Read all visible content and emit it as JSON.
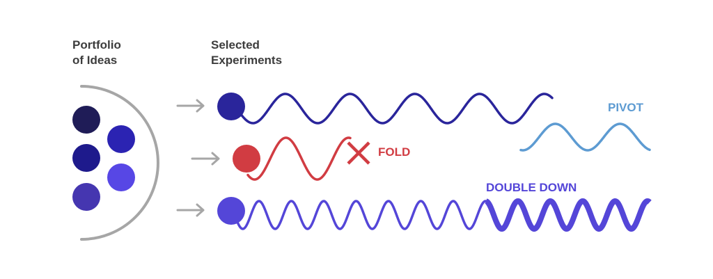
{
  "headings": {
    "portfolio": [
      "Portfolio",
      "of Ideas"
    ],
    "experiments": [
      "Selected",
      "Experiments"
    ]
  },
  "outcomes": {
    "pivot": "PIVOT",
    "fold": "FOLD",
    "double_down": "DOUBLE DOWN"
  },
  "icons": {
    "arrow": "right-arrow-icon",
    "fold_mark": "x-mark-icon"
  },
  "colors": {
    "heading_text": "#3d3d3d",
    "arc": "#a6a6a6",
    "arrow": "#a6a6a6",
    "idea_1": "#1f1c57",
    "idea_2": "#1e1a8c",
    "idea_3": "#4536b0",
    "idea_4": "#2b23b2",
    "idea_5": "#5747e5",
    "experiment_top": "#2a259b",
    "pivot": "#5d9bd2",
    "fold": "#d13c42",
    "double_down": "#5446d8"
  }
}
